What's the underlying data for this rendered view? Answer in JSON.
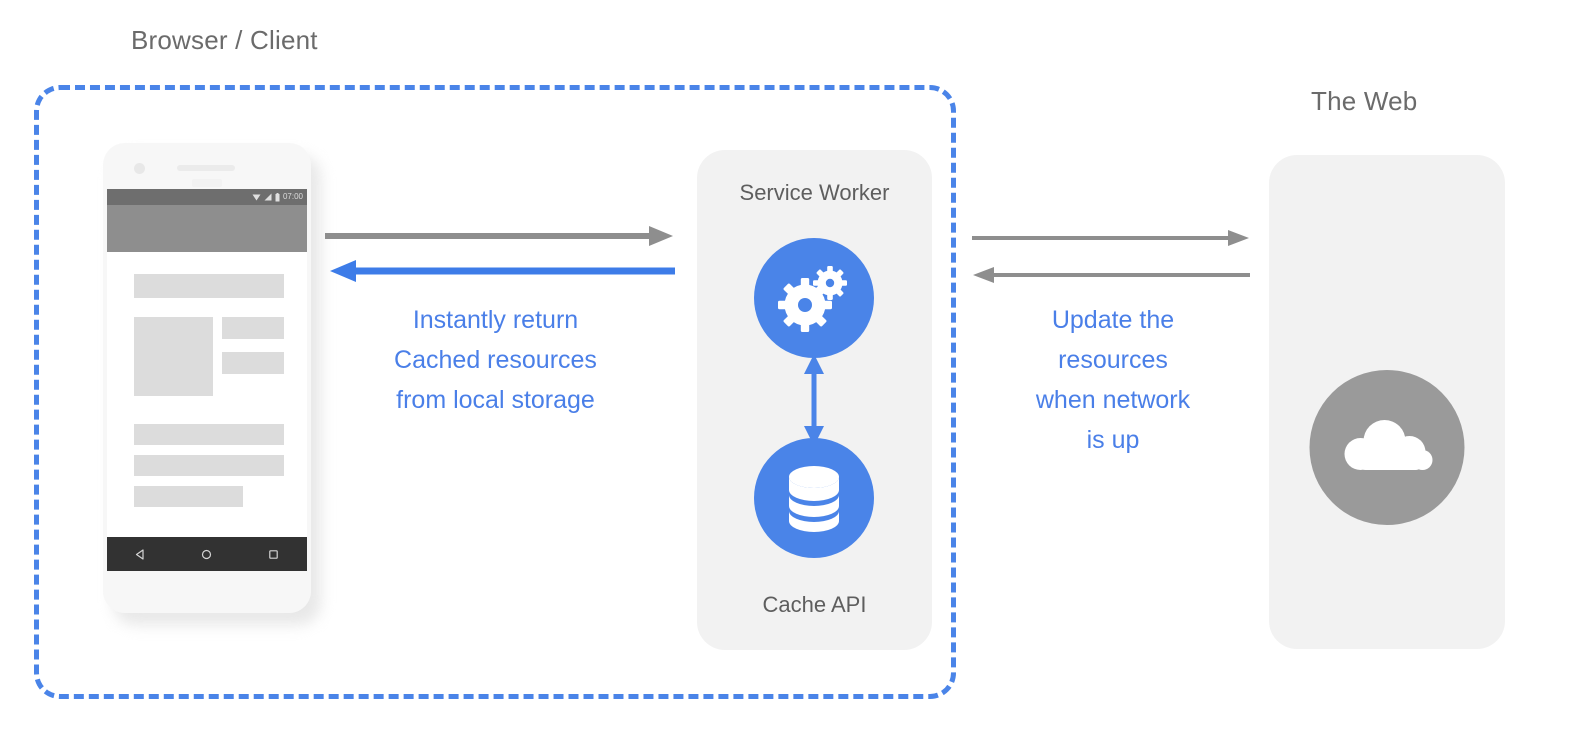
{
  "diagram": {
    "title_client": "Browser / Client",
    "title_web": "The Web",
    "colors": {
      "accent_blue": "#4a84e8",
      "annotation_blue": "#4a7fe8",
      "panel_gray": "#f2f2f2",
      "label_gray": "#6b6b6b",
      "cloud_circle_gray": "#9a9a9a",
      "arrow_gray": "#8e8e8e"
    }
  },
  "client": {
    "label": "Browser / Client",
    "phone": {
      "status_bar": {
        "time": "07:00",
        "icons": [
          "wifi-icon",
          "signal-icon",
          "battery-icon"
        ]
      },
      "nav_bar": {
        "buttons": [
          "back-triangle-icon",
          "home-circle-icon",
          "recents-square-icon"
        ]
      },
      "content_placeholder_blocks": 7
    }
  },
  "service_worker": {
    "title": "Service Worker",
    "icon": "gears-icon",
    "cache": {
      "title": "Cache API",
      "icon": "database-icon"
    },
    "connector": "bidirectional-arrow"
  },
  "web": {
    "label": "The Web",
    "icon": "cloud-icon"
  },
  "annotations": {
    "left": "Instantly return\nCached resources\nfrom local storage",
    "right": "Update the\nresources\nwhen network\nis up"
  },
  "arrows": {
    "client_to_sw": "request-arrow-right-gray",
    "sw_to_client": "cached-response-arrow-left-blue",
    "sw_to_web": "network-request-arrow-right-gray",
    "web_to_sw": "network-response-arrow-left-gray"
  }
}
